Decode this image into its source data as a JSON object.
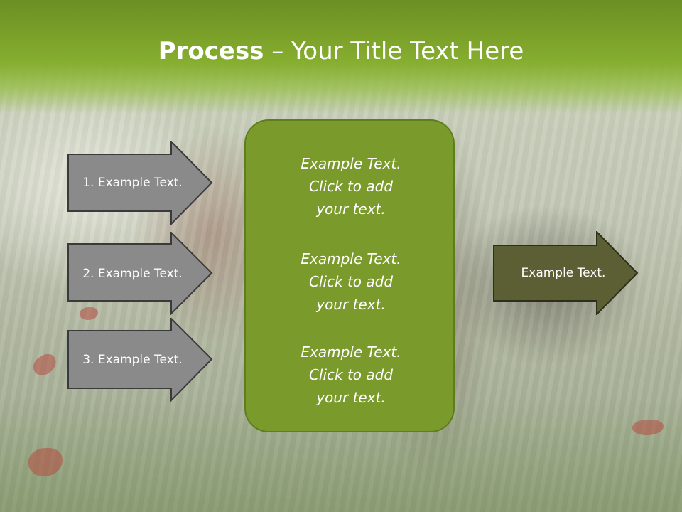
{
  "slide": {
    "title_bold": "Process",
    "title_rest": " – Your Title Text Here",
    "left_arrows": [
      {
        "label": "1. Example Text."
      },
      {
        "label": "2. Example Text."
      },
      {
        "label": "3. Example Text."
      }
    ],
    "center_box": {
      "paragraphs": [
        {
          "line1": "Example Text.",
          "line2": "Click  to add",
          "line3": "your text."
        },
        {
          "line1": "Example Text.",
          "line2": "Click  to add",
          "line3": "your text."
        },
        {
          "line1": "Example Text.",
          "line2": "Click  to add",
          "line3": "your text."
        }
      ]
    },
    "right_arrow": {
      "label": "Example Text."
    }
  },
  "colors": {
    "header_green": "#86ae2f",
    "box_green": "#7a9b2b",
    "left_arrow_fill": "#8a8a8a",
    "right_arrow_fill": "#5c5f33"
  }
}
